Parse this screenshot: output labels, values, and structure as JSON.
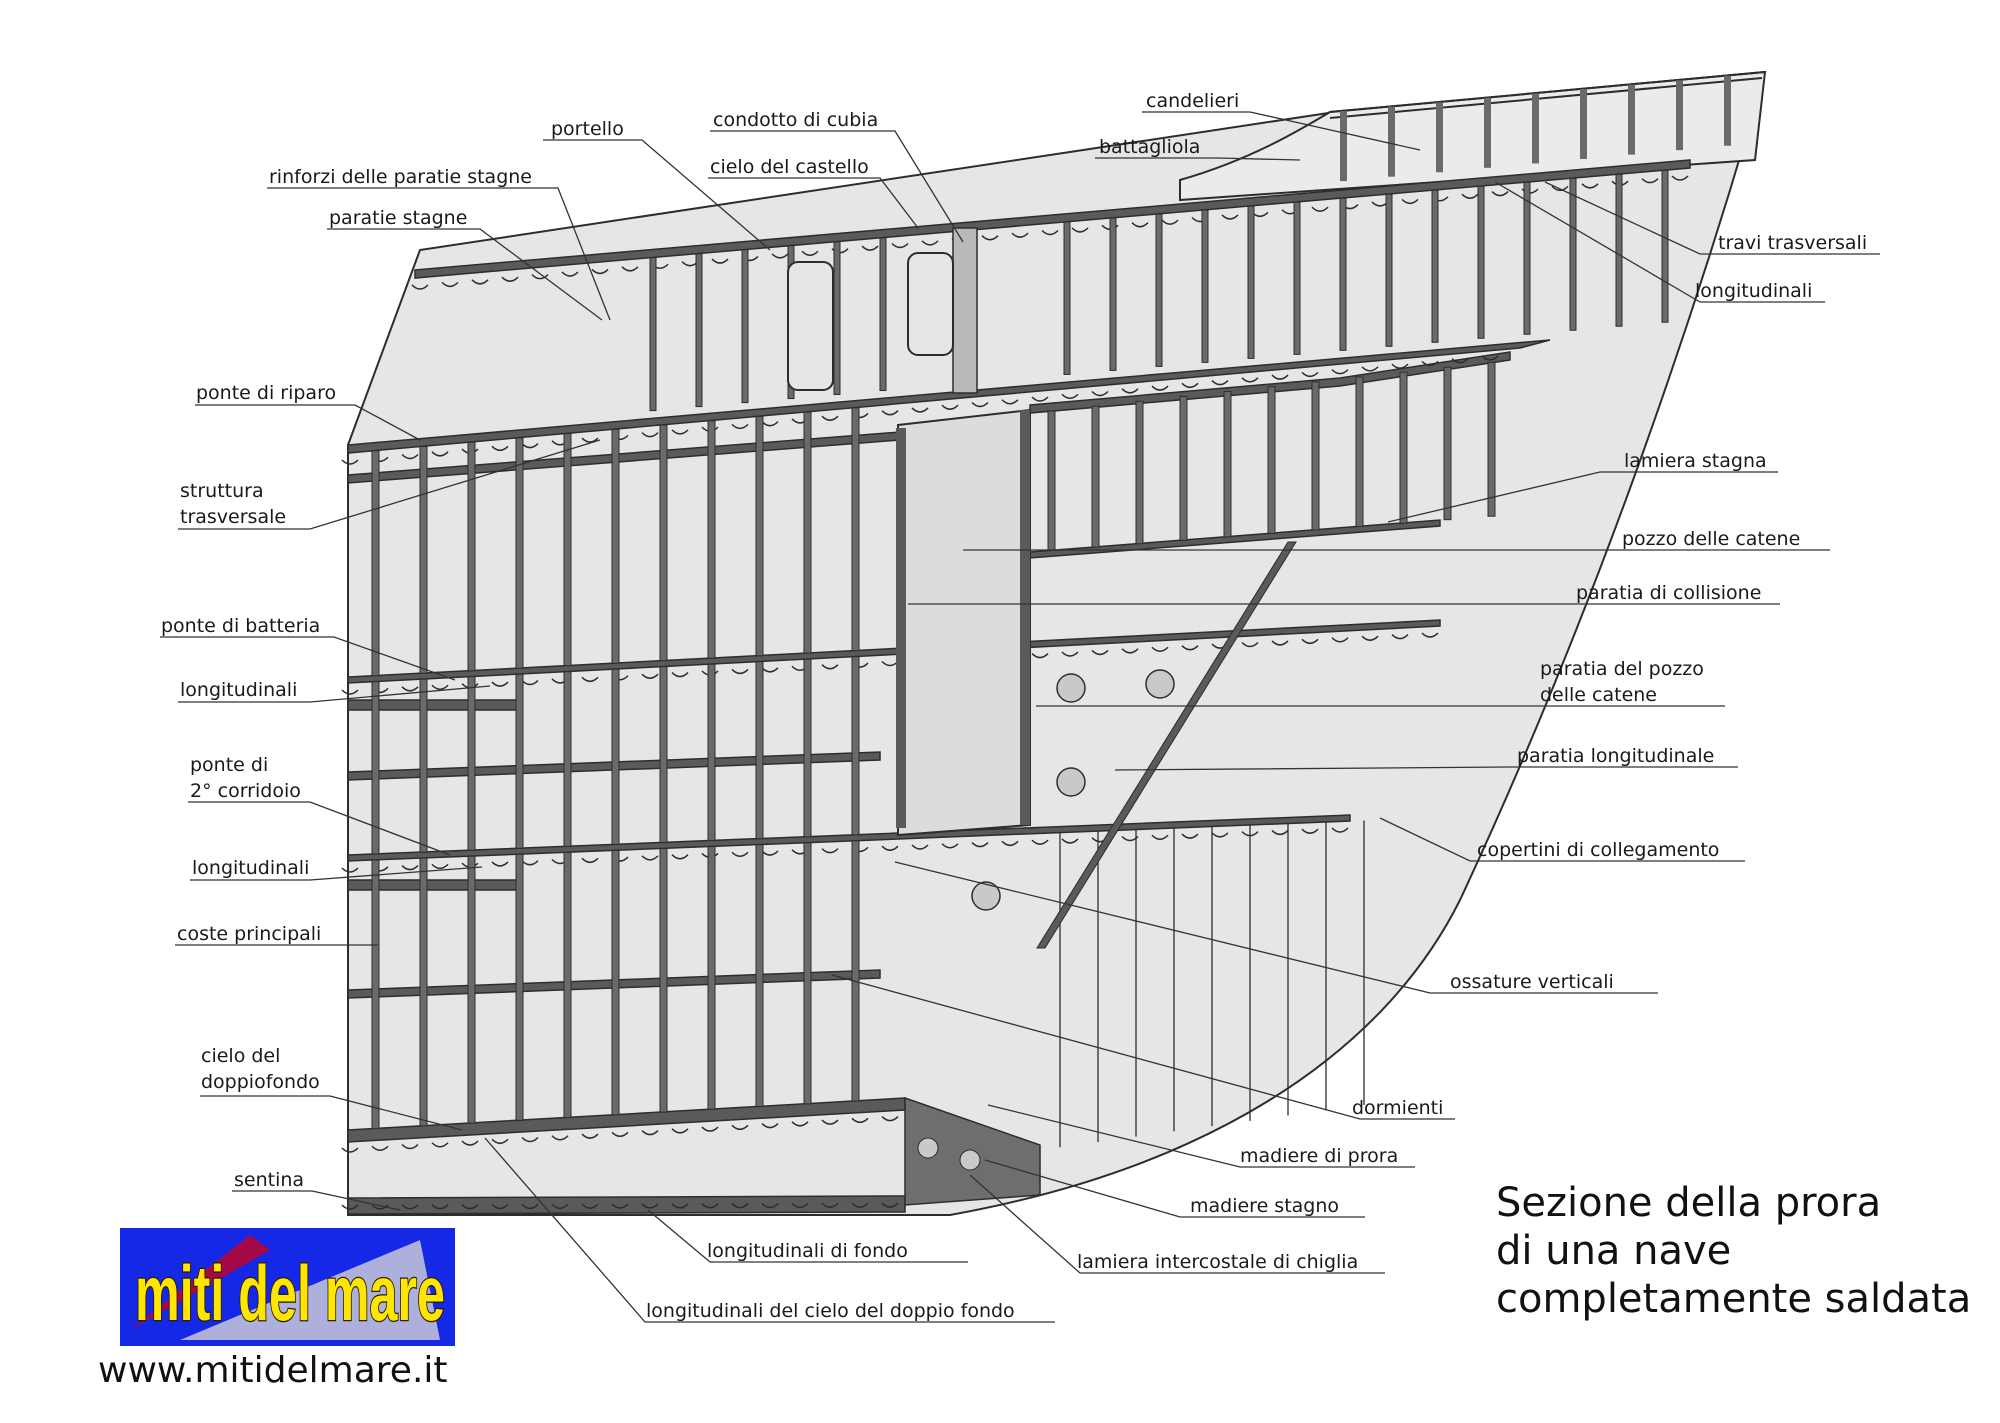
{
  "title": {
    "line1": "Sezione della prora",
    "line2": "di una nave",
    "line3": "completamente saldata"
  },
  "logo": {
    "text": "miti del mare",
    "url": "www.mitidelmare.it",
    "colors": {
      "background": "#1528e6",
      "text": "#ffe600",
      "accent": "#c8001e"
    }
  },
  "colors": {
    "hull_fill": "#e6e6e6",
    "structure_fill": "#5a5a5a",
    "outline": "#2d2d2d",
    "leader": "#333333",
    "keel_fill": "#6e6e6e"
  },
  "labels": {
    "portello": "portello",
    "condotto_di_cubia": "condotto di cubia",
    "cielo_del_castello": "cielo del castello",
    "candelieri": "candelieri",
    "battagliola": "battagliola",
    "rinforzi_delle_paratie_stagne": "rinforzi delle paratie stagne",
    "paratie_stagne": "paratie stagne",
    "travi_trasversali": "travi trasversali",
    "longitudinali_top": "longitudinali",
    "ponte_di_riparo": "ponte di riparo",
    "struttura_l1": "struttura",
    "struttura_l2": "trasversale",
    "lamiera_stagna": "lamiera stagna",
    "pozzo_delle_catene": "pozzo delle catene",
    "paratia_di_collisione": "paratia di collisione",
    "ponte_di_batteria": "ponte di batteria",
    "paratia_pozzo_l1": "paratia del pozzo",
    "paratia_pozzo_l2": "delle catene",
    "longitudinali_mid1": "longitudinali",
    "paratia_longitudinale": "paratia longitudinale",
    "ponte_2_l1": "ponte di",
    "ponte_2_l2": "2° corridoio",
    "copertini_di_collegamento": "copertini di collegamento",
    "longitudinali_mid2": "longitudinali",
    "coste_principali": "coste principali",
    "ossature_verticali": "ossature verticali",
    "cielo_doppio_l1": "cielo del",
    "cielo_doppio_l2": "doppiofondo",
    "dormienti": "dormienti",
    "madiere_di_prora": "madiere di prora",
    "sentina": "sentina",
    "madiere_stagno": "madiere stagno",
    "longitudinali_di_fondo": "longitudinali di fondo",
    "lamiera_intercostale_di_chiglia": "lamiera intercostale di chiglia",
    "longitudinali_del_cielo_del_doppio_fondo": "longitudinali del cielo del doppio fondo"
  }
}
